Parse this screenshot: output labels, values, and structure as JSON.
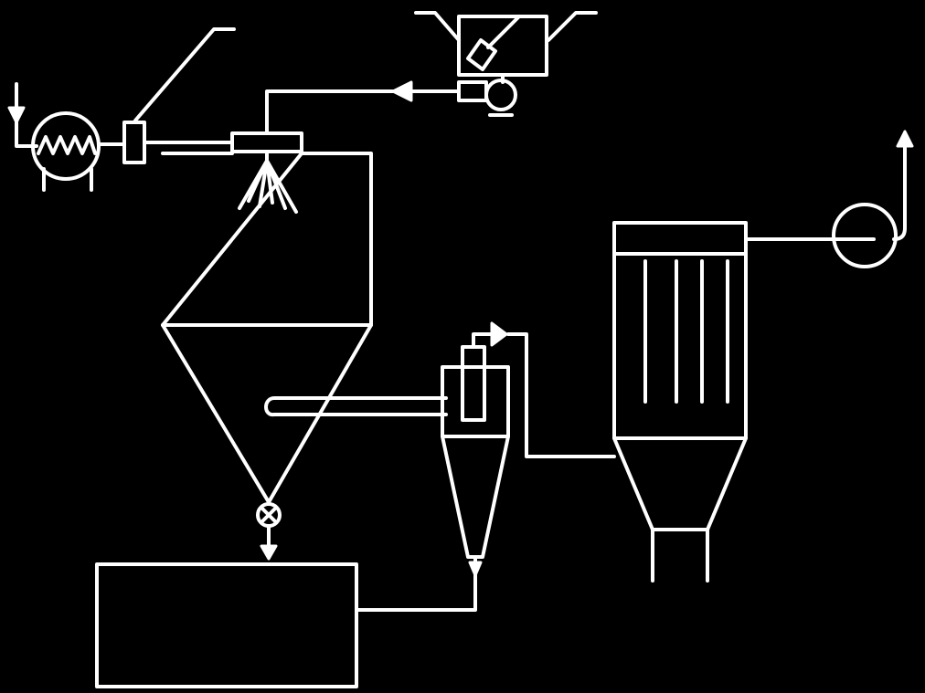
{
  "diagram": {
    "type": "spray-drying process flow schematic",
    "background": "#000000",
    "stroke_color": "#ffffff",
    "components": [
      "inlet-air-arrow",
      "air-heater",
      "heater-sensor",
      "feed-tank",
      "feed-pump",
      "atomizer",
      "drying-chamber",
      "discharge-valve",
      "product-collector",
      "cyclone",
      "bag-filter",
      "exhaust-fan"
    ],
    "labels": []
  }
}
